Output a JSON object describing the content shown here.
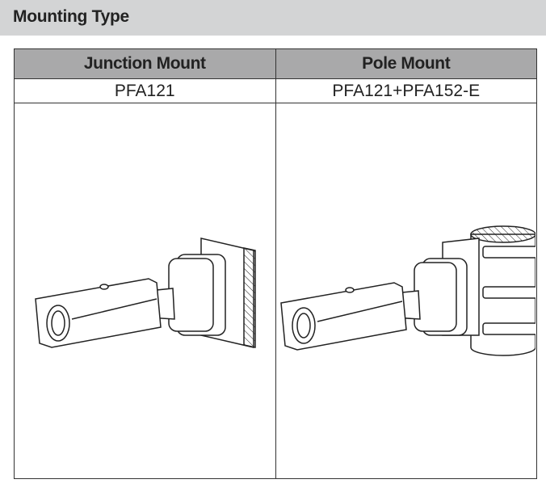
{
  "section": {
    "title": "Mounting Type"
  },
  "table": {
    "headers": [
      "Junction Mount",
      "Pole Mount"
    ],
    "models": [
      "PFA121",
      "PFA121+PFA152-E"
    ],
    "images": [
      "junction-mount-camera-illustration",
      "pole-mount-camera-illustration"
    ]
  }
}
